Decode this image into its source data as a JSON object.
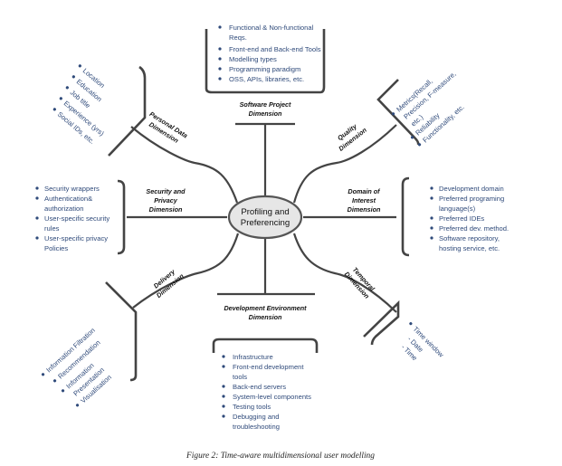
{
  "center": {
    "line1": "Profiling and",
    "line2": "Preferencing"
  },
  "dimensions": {
    "software_project": {
      "label": [
        "Software Project",
        "Dimension"
      ],
      "items": [
        "Functional & Non-functional",
        "Reqs.",
        "Front-end and Back-end Tools",
        "Modelling types",
        "Programming paradigm",
        "OSS, APIs, libraries, etc."
      ]
    },
    "quality": {
      "label": [
        "Quality",
        "Dimension"
      ],
      "items": [
        "Metrics(Recall,",
        "Precision, F-measure,",
        "etc.)",
        "Reliability",
        "Functionality, etc."
      ]
    },
    "personal_data": {
      "label": [
        "Personal Data",
        "Dimension"
      ],
      "items": [
        "Location",
        "Education",
        "Job title",
        "Experience (yrs)",
        "Social IDs, etc."
      ]
    },
    "security_privacy": {
      "label": [
        "Security and",
        "Privacy",
        "Dimension"
      ],
      "items": [
        "Security wrappers",
        "Authentication&",
        "authorization",
        "User-specific security",
        "rules",
        "User-specific privacy",
        "Policies"
      ]
    },
    "domain_interest": {
      "label": [
        "Domain of",
        "Interest",
        "Dimension"
      ],
      "items": [
        "Development domain",
        "Preferred programing",
        "language(s)",
        "Preferred IDEs",
        "Preferred dev. method.",
        "Software repository,",
        "hosting service, etc."
      ]
    },
    "delivery": {
      "label": [
        "Delivery",
        "Dimension"
      ],
      "items": [
        "Information Filtration",
        "Recommendation",
        "Information",
        "Presentation",
        "Visualisation"
      ]
    },
    "temporal": {
      "label": [
        "Temporal",
        "Dimension"
      ],
      "items": [
        "Time window",
        "- Date",
        "- Time"
      ]
    },
    "dev_environment": {
      "label": [
        "Development Environment",
        "Dimension"
      ],
      "items": [
        "Infrastructure",
        "Front-end development",
        "tools",
        "Back-end servers",
        "System-level components",
        "Testing tools",
        "Debugging and",
        "troubleshooting"
      ]
    }
  },
  "caption": "Figure 2: Time-aware multidimensional user modelling"
}
